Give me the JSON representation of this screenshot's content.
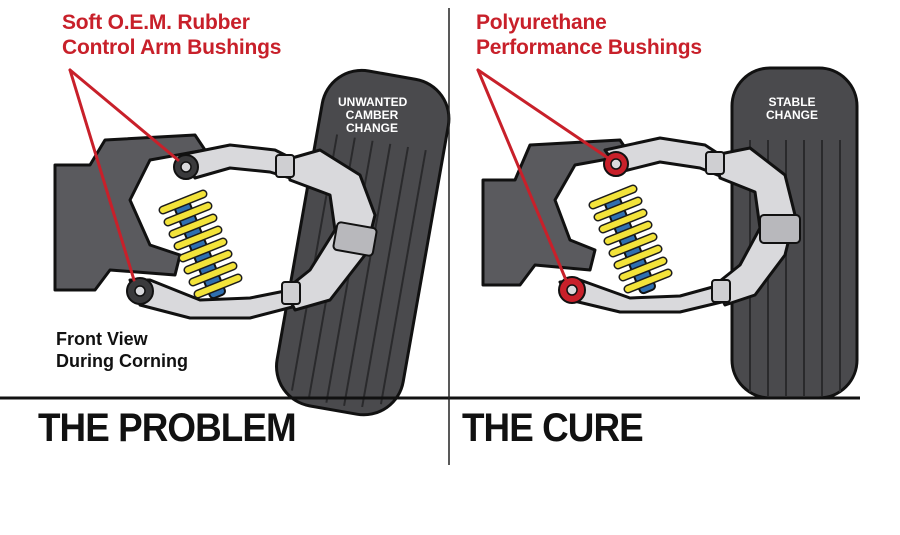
{
  "colors": {
    "accent_red": "#c8202a",
    "tire": "#4a4a4d",
    "frame": "#5a5a5e",
    "arm": "#d9d9dc",
    "spring_yellow": "#f3e33a",
    "shock_blue": "#2f6fb0"
  },
  "problem": {
    "callout_line1": "Soft O.E.M. Rubber",
    "callout_line2": "Control Arm Bushings",
    "tire_label_line1": "UNWANTED",
    "tire_label_line2": "CAMBER",
    "tire_label_line3": "CHANGE",
    "note_line1": "Front View",
    "note_line2": "During Corning",
    "heading": "THE PROBLEM"
  },
  "cure": {
    "callout_line1": "Polyurethane",
    "callout_line2": "Performance Bushings",
    "tire_label_line1": "STABLE",
    "tire_label_line2": "CHANGE",
    "heading": "THE CURE"
  }
}
